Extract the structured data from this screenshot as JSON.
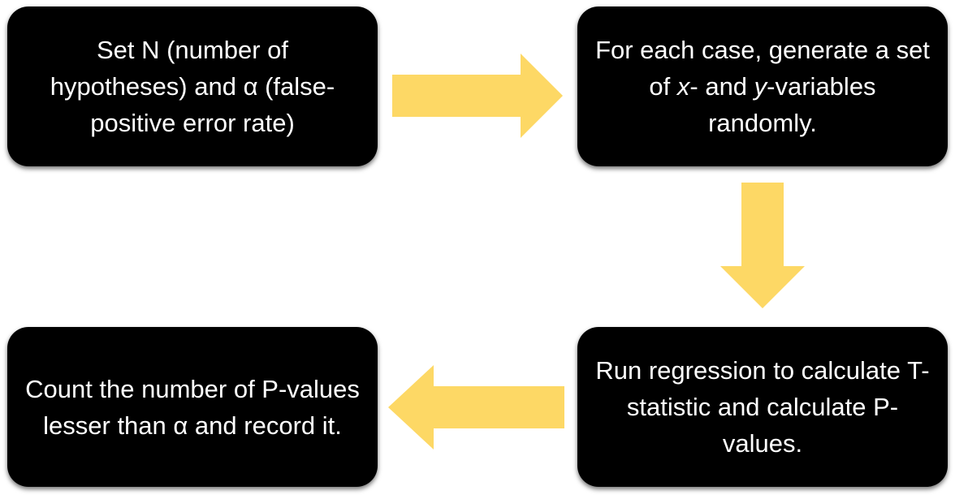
{
  "colors": {
    "box_fill": "#000000",
    "box_text": "#ffffff",
    "arrow_fill": "#FDD865"
  },
  "steps": [
    {
      "id": "set-n-alpha",
      "text": "Set N (number of hypotheses) and α (false-positive error rate)"
    },
    {
      "id": "generate-variables",
      "parts": [
        {
          "text": "For each case, generate a set of ",
          "italic": false
        },
        {
          "text": "x",
          "italic": true
        },
        {
          "text": "- and ",
          "italic": false
        },
        {
          "text": "y",
          "italic": true
        },
        {
          "text": "-variables randomly.",
          "italic": false
        }
      ]
    },
    {
      "id": "run-regression",
      "text": "Run regression to calculate T-statistic and calculate P-values."
    },
    {
      "id": "count-p-values",
      "text": "Count the number of P-values lesser than α and record it."
    }
  ],
  "arrows": [
    {
      "name": "arrow-right",
      "direction": "right",
      "from": "set-n-alpha",
      "to": "generate-variables"
    },
    {
      "name": "arrow-down",
      "direction": "down",
      "from": "generate-variables",
      "to": "run-regression"
    },
    {
      "name": "arrow-left",
      "direction": "left",
      "from": "run-regression",
      "to": "count-p-values"
    }
  ]
}
